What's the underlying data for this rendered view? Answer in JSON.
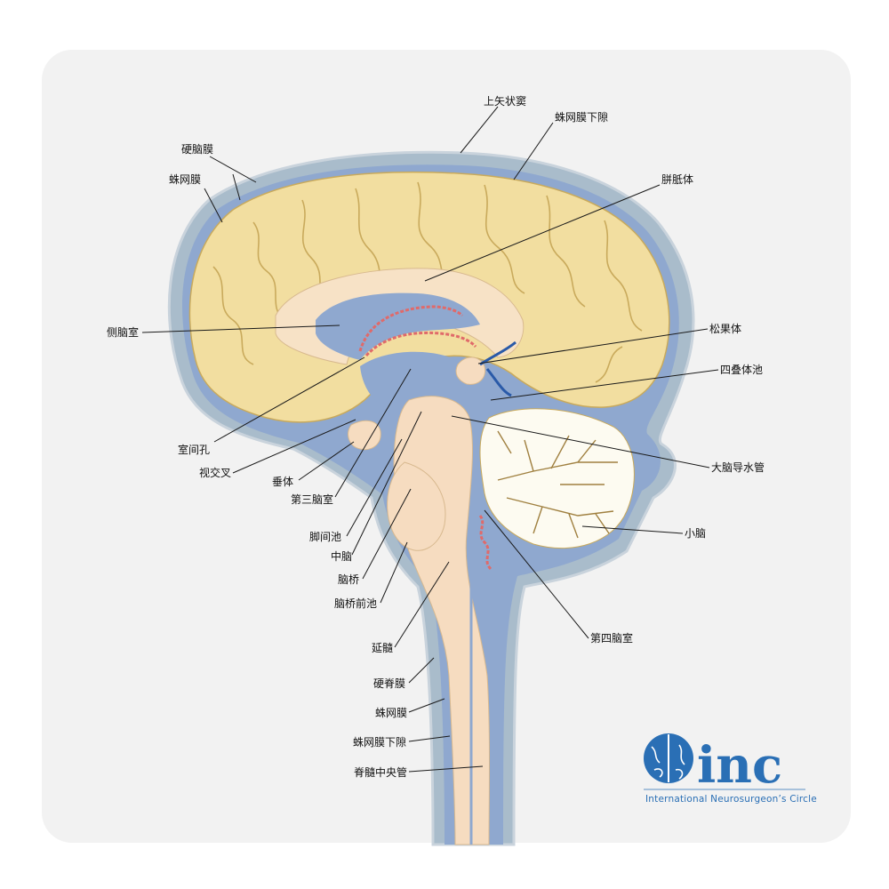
{
  "labels": {
    "superior_sagittal_sinus": "上矢状窦",
    "subarachnoid_space_top": "蛛网膜下隙",
    "dura_mater": "硬脑膜",
    "arachnoid_top": "蛛网膜",
    "corpus_callosum": "胼胝体",
    "lateral_ventricle": "侧脑室",
    "pineal_body": "松果体",
    "quadrigeminal_cistern": "四叠体池",
    "interventricular_foramen": "室间孔",
    "cerebral_aqueduct": "大脑导水管",
    "optic_chiasm": "视交叉",
    "pituitary": "垂体",
    "third_ventricle": "第三脑室",
    "cerebellum": "小脑",
    "interpeduncular_cistern": "脚间池",
    "midbrain": "中脑",
    "pons": "脑桥",
    "prepontine_cistern": "脑桥前池",
    "fourth_ventricle": "第四脑室",
    "medulla": "延髓",
    "spinal_dura": "硬脊膜",
    "arachnoid_spine": "蛛网膜",
    "subarachnoid_space_spine": "蛛网膜下隙",
    "central_canal": "脊髓中央管"
  },
  "logo": {
    "word": "inc",
    "tagline": "International  Neurosurgeon’s  Circle"
  },
  "colors": {
    "card_bg": "#f2f2f2",
    "dura": "#a9bccb",
    "csf": "#8fa8cf",
    "brain": "#f2dea0",
    "brain_gyri_line": "#c9aa5c",
    "brainstem": "#f6dcc0",
    "cerebellum": "#fdfbf1",
    "plexus": "#e06a6a",
    "logo_blue": "#2a6fb5"
  }
}
